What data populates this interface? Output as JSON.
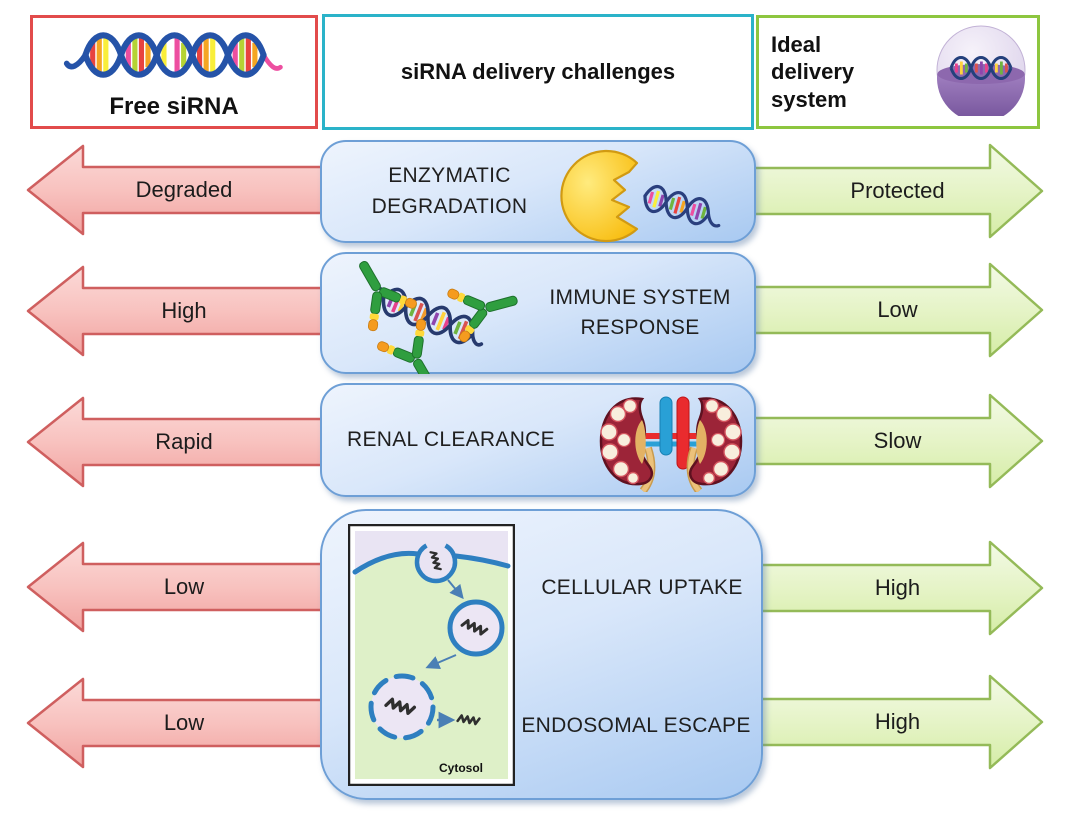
{
  "header": {
    "free_sirna_label": "Free siRNA",
    "challenges_label": "siRNA delivery challenges",
    "ideal_label_line1": "Ideal",
    "ideal_label_line2": "delivery system"
  },
  "rows": [
    {
      "free": "Degraded",
      "challenge_line1": "ENZYMATIC",
      "challenge_line2": "DEGRADATION",
      "ideal": "Protected"
    },
    {
      "free": "High",
      "challenge_line1": "IMMUNE SYSTEM",
      "challenge_line2": "RESPONSE",
      "ideal": "Low"
    },
    {
      "free": "Rapid",
      "challenge": "RENAL CLEARANCE",
      "ideal": "Slow"
    },
    {
      "free": "Low",
      "challenge": "CELLULAR UPTAKE",
      "ideal": "High"
    },
    {
      "free": "Low",
      "challenge": "ENDOSOMAL ESCAPE",
      "ideal": "High"
    }
  ],
  "cell_diagram": {
    "cytosol_label": "Cytosol"
  },
  "icons": {
    "free_sirna": "dna-helix-icon",
    "ideal_delivery": "nanoparticle-sphere-icon",
    "enzymatic_degradation": "enzyme-pacman-icon",
    "immune_response": "antibodies-icon",
    "renal_clearance": "kidneys-icon",
    "cellular_uptake": "cell-endocytosis-diagram"
  },
  "colors": {
    "free_box_border": "#e24b4b",
    "challenges_box_border": "#2ab3c9",
    "ideal_box_border": "#8dc63f",
    "challenge_panel_border": "#6e9fd6",
    "free_arrow": "#cf5f5f",
    "ideal_arrow": "#94ba58"
  }
}
